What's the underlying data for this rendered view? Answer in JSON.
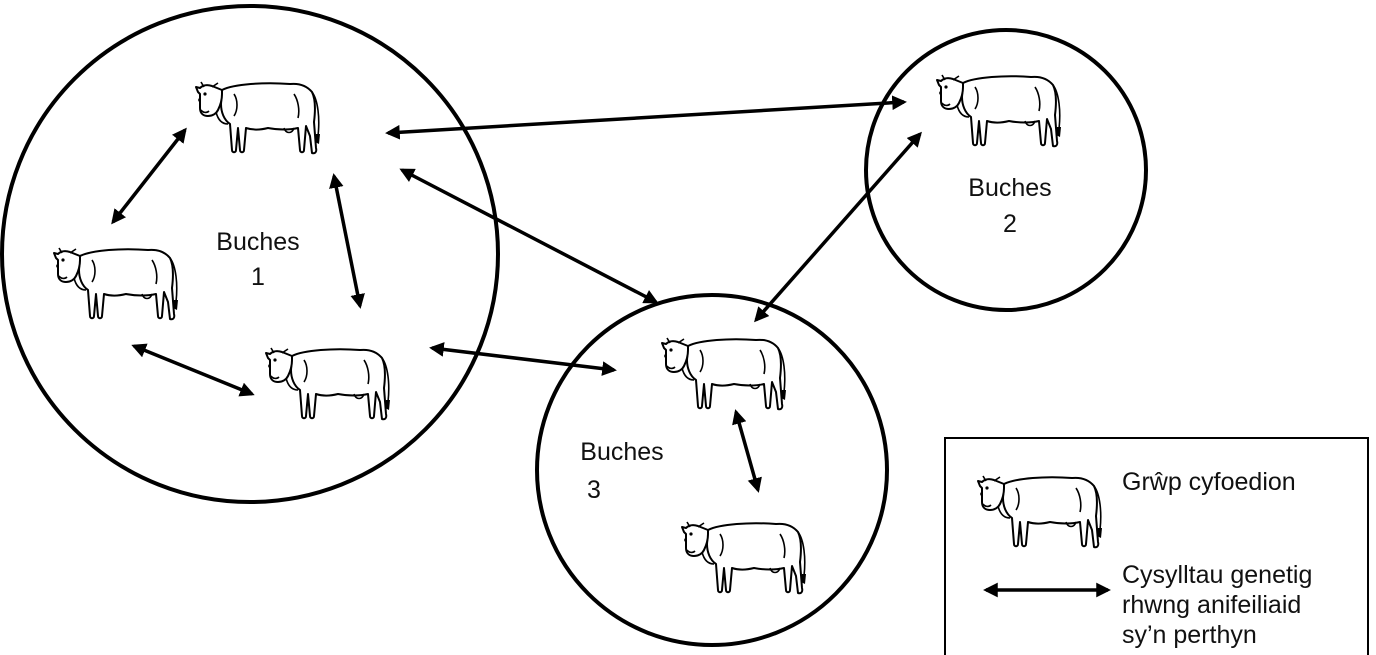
{
  "herds": [
    {
      "name": "Buches",
      "number": "1"
    },
    {
      "name": "Buches",
      "number": "2"
    },
    {
      "name": "Buches",
      "number": "3"
    }
  ],
  "legend": {
    "cohort_label": "Grŵp cyfoedion",
    "link_line1": "Cysylltau genetig",
    "link_line2": "rhwng anifeiliaid",
    "link_line3": "sy’n perthyn"
  },
  "icons": {
    "cohort": "cow-icon",
    "link": "double-headed-arrow-icon"
  },
  "colors": {
    "ink": "#000000",
    "background": "#ffffff"
  }
}
